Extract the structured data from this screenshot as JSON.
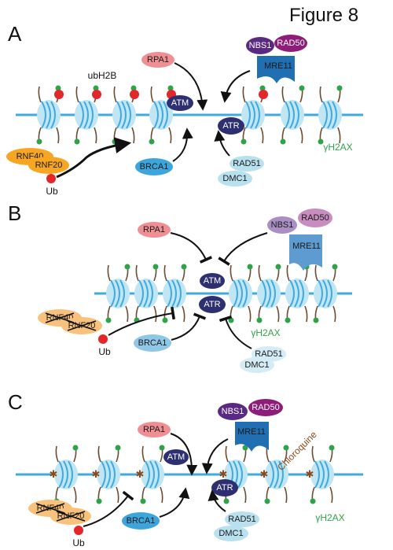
{
  "figure": {
    "title": "Figure 8",
    "panels": [
      "A",
      "B",
      "C"
    ]
  },
  "labels": {
    "ubh2b": "ubH2B",
    "rpa1": "RPA1",
    "atm": "ATM",
    "atr": "ATR",
    "nbs1": "NBS1",
    "rad50": "RAD50",
    "mre11": "MRE11",
    "rnf40": "RNF40",
    "rnf20": "RNF20",
    "ub": "Ub",
    "brca1": "BRCA1",
    "rad51": "RAD51",
    "dmc1": "DMC1",
    "gamma_h2ax": "γH2AX",
    "chloroquine": "Chloroquine"
  },
  "colors": {
    "dna": "#3fa9e0",
    "histone": "#bfe6f2",
    "histone_stripe": "#3fa9e0",
    "tail": "#6b4a32",
    "ub_dot": "#e3262b",
    "gamma_dot": "#2ea34a",
    "rpa1": "#ef8f94",
    "atm_atr": "#2d2f70",
    "nbs1": "#5a2a82",
    "rad50": "#8e1d7a",
    "mre11": "#1f6fb2",
    "rnf": "#f6a623",
    "brca1": "#3ca6dc",
    "rad51": "#b8e0ef",
    "chloroquine": "#8a4b1a"
  }
}
